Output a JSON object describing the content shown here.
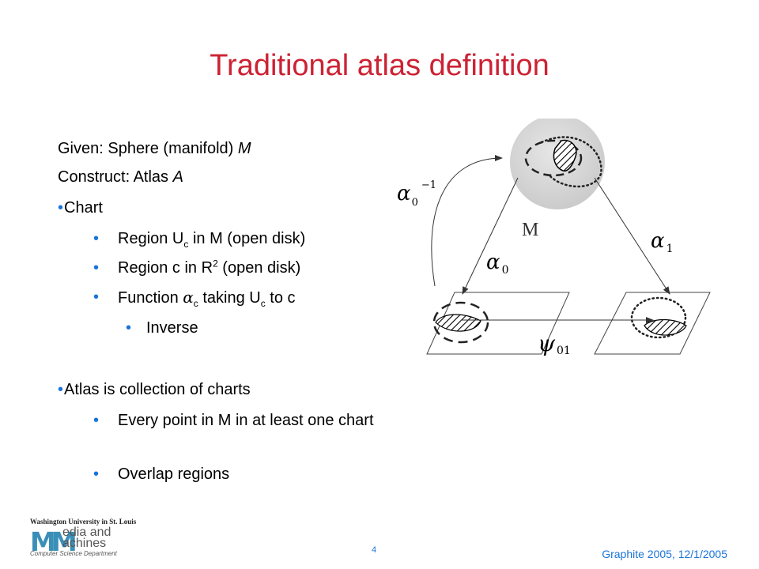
{
  "title": "Traditional atlas definition",
  "bullets": {
    "given": "Given: Sphere (manifold) ",
    "given_var": "M",
    "construct": "Construct: Atlas ",
    "construct_var": "A",
    "chart": "Chart",
    "region_uc_a": "Region U",
    "region_uc_sub": "c",
    "region_uc_b": " in M (open disk)",
    "region_c_a": "Region c in R",
    "region_c_sup": "2",
    "region_c_b": " (open disk)",
    "function_a": "Function ",
    "function_alpha": "α",
    "function_alpha_sub": "c",
    "function_b": " taking U",
    "function_u_sub": "c",
    "function_c": " to c",
    "inverse": "Inverse",
    "atlas": "Atlas is collection of charts",
    "every_point": "Every point in M in at least one chart",
    "overlap": "Overlap regions"
  },
  "diagram": {
    "manifold_label": "M",
    "alpha_inverse": "α",
    "alpha_inverse_sub": "0",
    "alpha_inverse_sup": "−1",
    "alpha0": "α",
    "alpha0_sub": "0",
    "alpha1": "α",
    "alpha1_sub": "1",
    "psi": "ψ",
    "psi_sub": "01",
    "sphere_color": "#d4d4d4"
  },
  "logo": {
    "university": "Washington University in St. Louis",
    "mark": "MM",
    "word1": "edia and",
    "word2": "achines",
    "dept": "Computer Science Department"
  },
  "page_number": "4",
  "footer": "Graphite 2005, 12/1/2005"
}
